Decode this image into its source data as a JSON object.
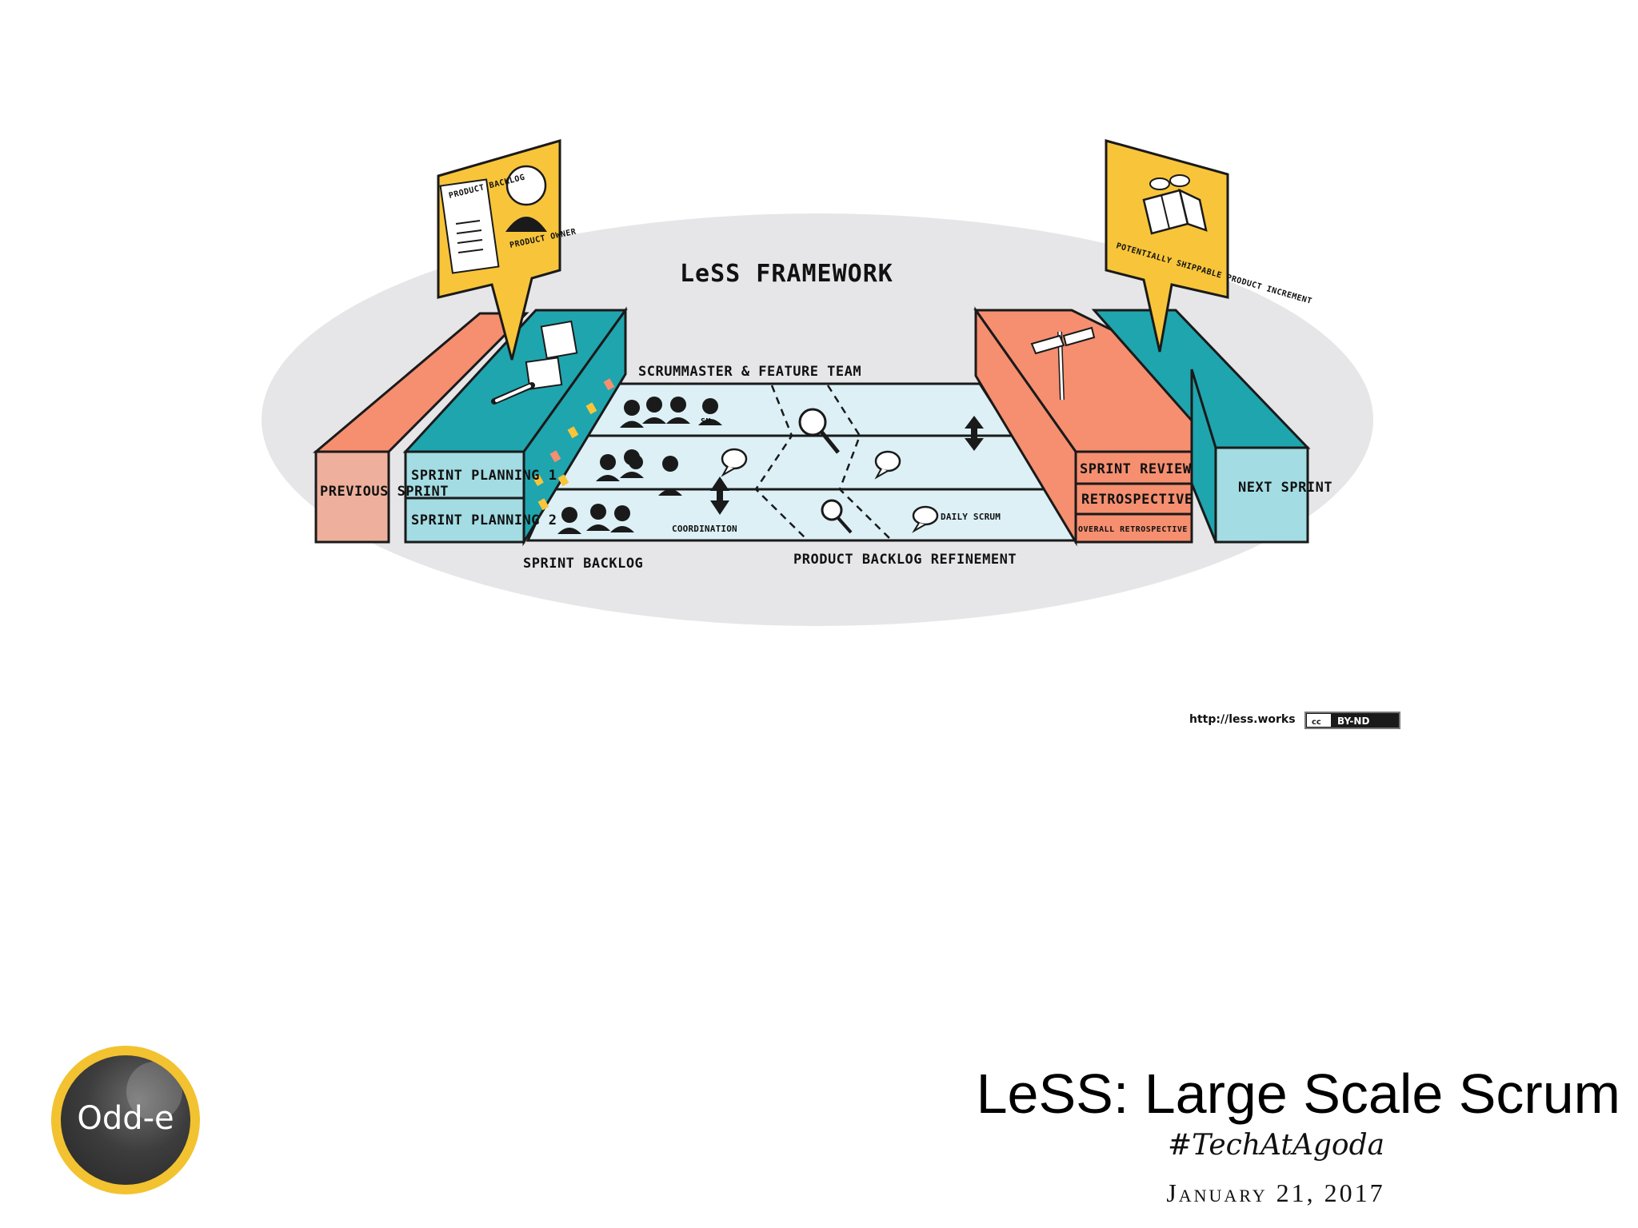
{
  "diagram": {
    "title": "LeSS FRAMEWORK",
    "product_backlog": "PRODUCT BACKLOG",
    "product_owner": "PRODUCT OWNER",
    "shippable": "POTENTIALLY SHIPPABLE PRODUCT INCREMENT",
    "previous_sprint": "PREVIOUS SPRINT",
    "sprint_planning_1": "SPRINT PLANNING 1",
    "sprint_planning_2": "SPRINT PLANNING 2",
    "scrummaster_team": "SCRUMMASTER & FEATURE TEAM",
    "sprint_backlog": "SPRINT BACKLOG",
    "coordination": "COORDINATION",
    "product_backlog_refinement": "PRODUCT BACKLOG REFINEMENT",
    "daily_scrum": "DAILY SCRUM",
    "sprint_review": "SPRINT REVIEW",
    "retrospective": "RETROSPECTIVE",
    "overall_retrospective": "OVERALL RETROSPECTIVE",
    "next_sprint": "NEXT SPRINT",
    "sm_badge": "SM",
    "url": "http://less.works",
    "license": "BY-ND",
    "cc_mark": "cc"
  },
  "slide": {
    "title": "LeSS: Large Scale Scrum",
    "hashtag": "#TechAtAgoda",
    "date": "January 21, 2017"
  },
  "logo": {
    "text": "Odd-e"
  },
  "colors": {
    "salmon": "#f58f70",
    "teal": "#1fa5ae",
    "light_teal": "#a3dce3",
    "floor": "#dcf0f6",
    "yellow": "#f8c53a",
    "ellipse": "#e6e6e8"
  }
}
